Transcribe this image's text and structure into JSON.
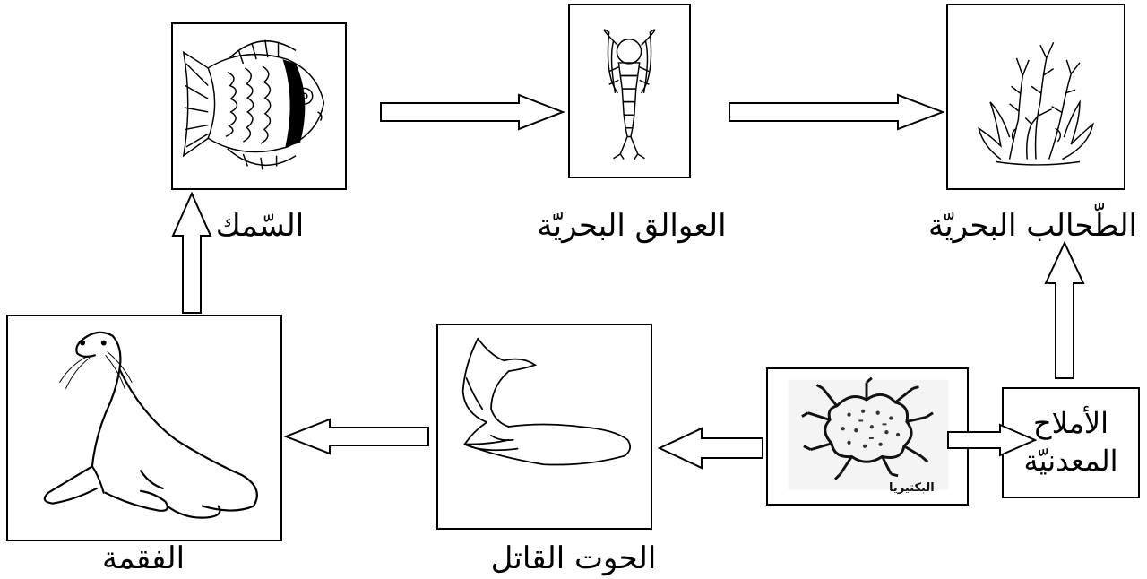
{
  "nodes": {
    "fish": {
      "label": "السّمك",
      "icon": "fish-icon"
    },
    "zooplankton": {
      "label": "العوالق البحريّة",
      "icon": "zooplankton-icon"
    },
    "algae": {
      "label": "الطّحالب البحريّة",
      "icon": "seaweed-icon"
    },
    "seal": {
      "label": "الفقمة",
      "icon": "seal-icon"
    },
    "whale": {
      "label": "الحوت القاتل",
      "icon": "whale-icon"
    },
    "bacteria": {
      "label": "البكتيريا",
      "icon": "bacteria-icon"
    },
    "minerals": {
      "line1": "الأملاح",
      "line2": "المعدنيّة"
    }
  },
  "edges": [
    {
      "from": "fish",
      "to": "zooplankton"
    },
    {
      "from": "zooplankton",
      "to": "algae"
    },
    {
      "from": "seal",
      "to": "fish"
    },
    {
      "from": "whale",
      "to": "seal"
    },
    {
      "from": "bacteria",
      "to": "whale"
    },
    {
      "from": "bacteria",
      "to": "minerals"
    },
    {
      "from": "minerals",
      "to": "algae"
    }
  ],
  "colors": {
    "stroke": "#000000",
    "background": "#ffffff",
    "bacteria_panel": "#f4f4f4"
  }
}
